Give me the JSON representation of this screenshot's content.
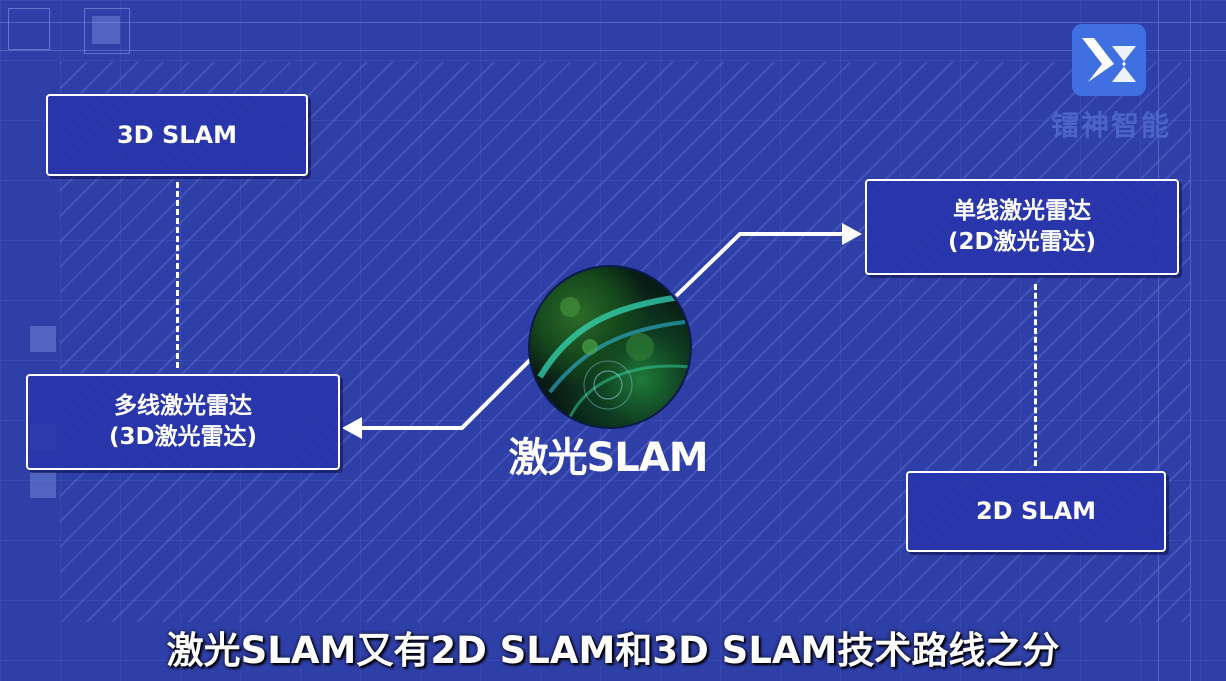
{
  "boxes": {
    "slam_3d": "3D SLAM",
    "multi_line_1": "多线激光雷达",
    "multi_line_2": "(3D激光雷达)",
    "single_line_1": "单线激光雷达",
    "single_line_2": "(2D激光雷达)",
    "slam_2d": "2D SLAM"
  },
  "center": {
    "label": "激光SLAM"
  },
  "logo": {
    "text": "镭神智能"
  },
  "subtitle": "激光SLAM又有2D SLAM和3D SLAM技术路线之分",
  "colors": {
    "background": "#2f3fa8",
    "box_border": "#ffffff",
    "logo": "#3f6fe0"
  }
}
